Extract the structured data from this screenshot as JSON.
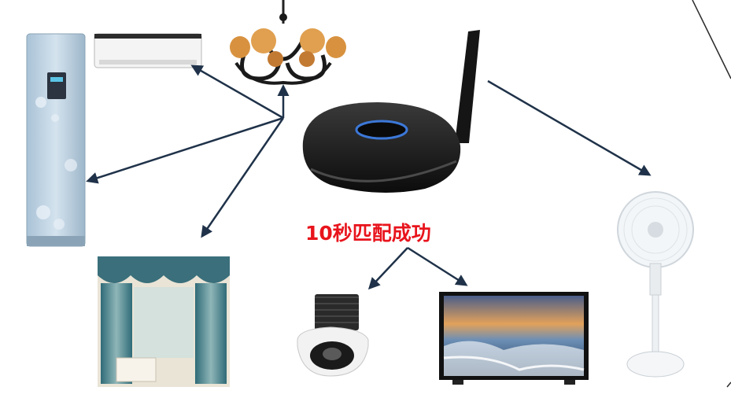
{
  "slide": {
    "caption": "10秒匹配成功"
  },
  "colors": {
    "caption": "#e8141c",
    "arrow": "#1f3249",
    "background": "#ffffff"
  },
  "devices": [
    {
      "name": "floor-standing-air-conditioner",
      "icon": "floor-ac-icon"
    },
    {
      "name": "wall-mounted-air-conditioner",
      "icon": "wall-ac-icon"
    },
    {
      "name": "chandelier",
      "icon": "chandelier-icon"
    },
    {
      "name": "smart-hub-router",
      "icon": "router-hub-icon"
    },
    {
      "name": "curtains",
      "icon": "curtain-icon"
    },
    {
      "name": "downlight",
      "icon": "downlight-icon"
    },
    {
      "name": "television",
      "icon": "tv-icon"
    },
    {
      "name": "electric-fan",
      "icon": "fan-icon"
    }
  ]
}
